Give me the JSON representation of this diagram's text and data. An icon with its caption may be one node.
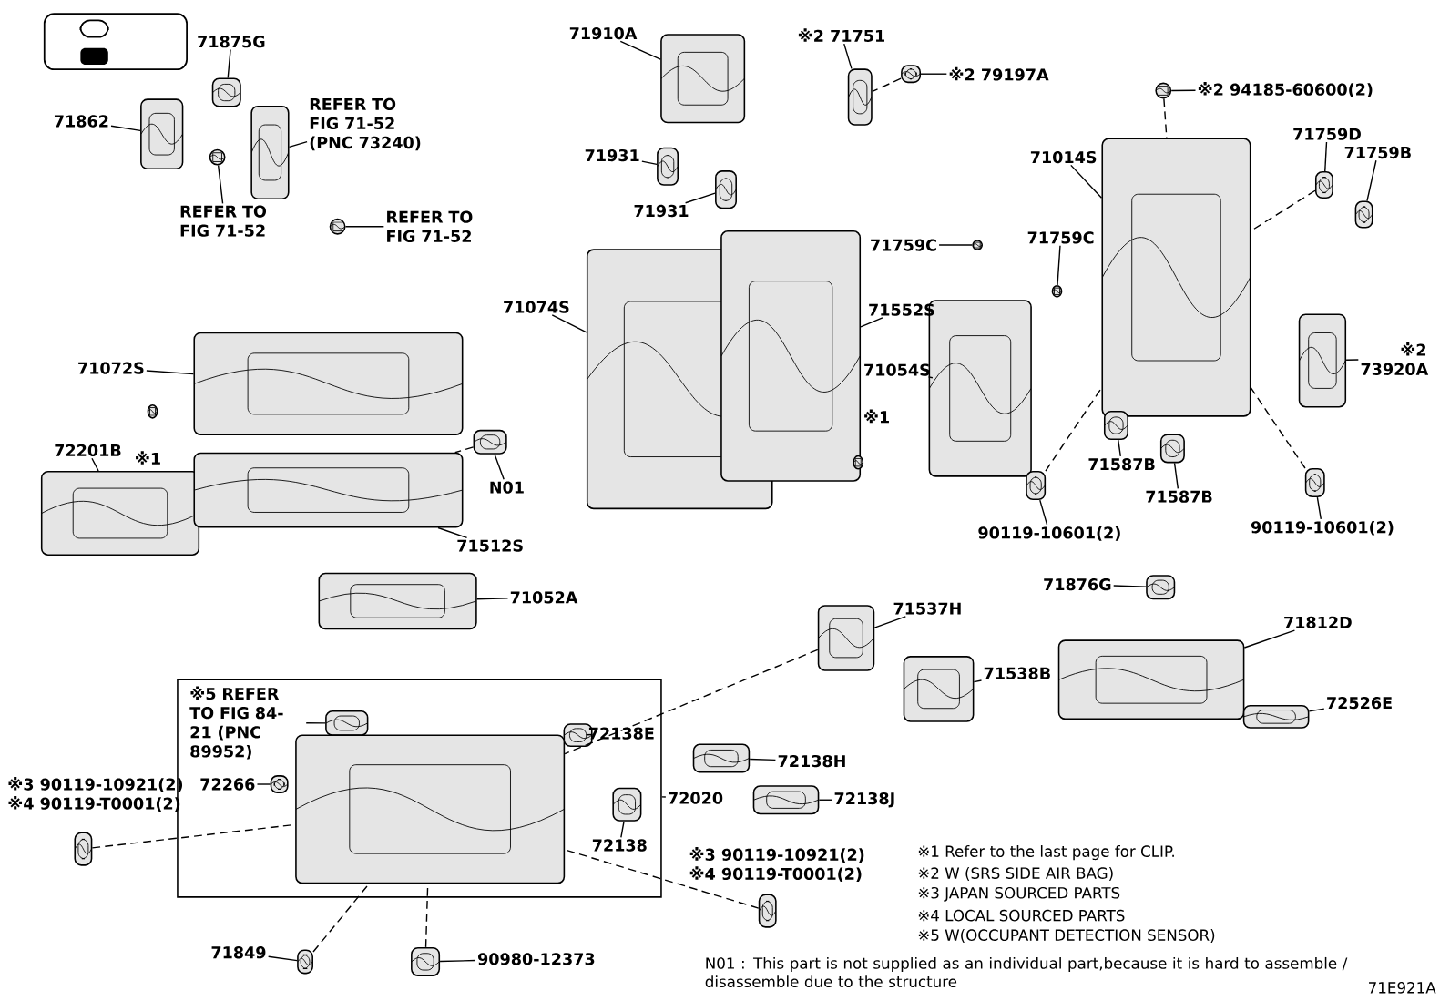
{
  "diagram": {
    "nodes": [
      {
        "text": [
          "71875G"
        ]
      },
      {
        "text": [],
        "shape": "picture"
      },
      {
        "text": [
          "71862"
        ]
      },
      {
        "text": [],
        "shape": "picture"
      },
      {
        "text": [
          "REFER TO FIG 71-52 (PNC 73240)"
        ]
      },
      {
        "text": [],
        "shape": "picture"
      },
      {
        "text": [
          "REFER TO FIG 71-52"
        ]
      },
      {
        "text": [],
        "shape": "picture"
      },
      {
        "text": [
          "REFER TO FIG 71-52"
        ]
      },
      {
        "text": [],
        "shape": "picture"
      },
      {
        "text": [
          "71910A"
        ]
      },
      {
        "text": [],
        "shape": "picture"
      },
      {
        "text": [
          "71931"
        ]
      },
      {
        "text": [],
        "shape": "picture"
      },
      {
        "text": [
          "71931"
        ]
      },
      {
        "text": [],
        "shape": "picture"
      },
      {
        "text": [
          "※2 71751"
        ]
      },
      {
        "text": [],
        "shape": "picture"
      },
      {
        "text": [
          "※2 79197A"
        ]
      },
      {
        "text": [],
        "shape": "picture"
      },
      {
        "text": [
          "※2 94185-60600(2)"
        ]
      },
      {
        "text": [],
        "shape": "picture"
      },
      {
        "text": [
          "71014S"
        ]
      },
      {
        "text": [],
        "shape": "picture"
      },
      {
        "text": [
          "71759D"
        ]
      },
      {
        "text": [],
        "shape": "picture"
      },
      {
        "text": [
          "71759B"
        ]
      },
      {
        "text": [],
        "shape": "picture"
      },
      {
        "text": [
          "71759C"
        ]
      },
      {
        "text": [],
        "shape": "picture"
      },
      {
        "text": [
          "71759C"
        ]
      },
      {
        "text": [],
        "shape": "picture"
      },
      {
        "text": [
          "71074S"
        ]
      },
      {
        "text": [],
        "shape": "picture"
      },
      {
        "text": [
          "71552S"
        ]
      },
      {
        "text": [],
        "shape": "picture"
      },
      {
        "text": [
          "71072S"
        ]
      },
      {
        "text": [],
        "shape": "picture"
      },
      {
        "text": [
          "71054S"
        ]
      },
      {
        "text": [],
        "shape": "picture"
      },
      {
        "text": [
          "※2 73920A"
        ]
      },
      {
        "text": [],
        "shape": "picture"
      },
      {
        "text": [
          "72201B"
        ]
      },
      {
        "text": [],
        "shape": "picture"
      },
      {
        "text": [
          "N01"
        ]
      },
      {
        "text": [],
        "shape": "picture"
      },
      {
        "text": [
          "71512S"
        ]
      },
      {
        "text": [],
        "shape": "picture"
      },
      {
        "text": [
          "71587B"
        ]
      },
      {
        "text": [],
        "shape": "picture"
      },
      {
        "text": [
          "71587B"
        ]
      },
      {
        "text": [],
        "shape": "picture"
      },
      {
        "text": [
          "90119-10601(2)"
        ]
      },
      {
        "text": [],
        "shape": "picture"
      },
      {
        "text": [
          "90119-10601(2)"
        ]
      },
      {
        "text": [],
        "shape": "picture"
      },
      {
        "text": [
          "71052A"
        ]
      },
      {
        "text": [],
        "shape": "picture"
      },
      {
        "text": [
          "71537H"
        ]
      },
      {
        "text": [],
        "shape": "picture"
      },
      {
        "text": [
          "71538B"
        ]
      },
      {
        "text": [],
        "shape": "picture"
      },
      {
        "text": [
          "71876G"
        ]
      },
      {
        "text": [],
        "shape": "picture"
      },
      {
        "text": [
          "71812D"
        ]
      },
      {
        "text": [],
        "shape": "picture"
      },
      {
        "text": [
          "72526E"
        ]
      },
      {
        "text": [],
        "shape": "picture"
      },
      {
        "text": [],
        "shape": "box"
      },
      {
        "text": [
          "※5 REFER TO FIG 84-21 (PNC 89952)"
        ],
        "in": 68
      },
      {
        "text": [],
        "shape": "picture",
        "in": 68
      },
      {
        "text": [
          "72138E"
        ],
        "in": 68
      },
      {
        "text": [],
        "shape": "picture",
        "in": 68
      },
      {
        "text": [
          "72266"
        ],
        "in": 68
      },
      {
        "text": [],
        "shape": "picture",
        "in": 68
      },
      {
        "text": [],
        "shape": "picture",
        "in": 68
      },
      {
        "text": [
          "72020"
        ]
      },
      {
        "text": [
          "72138"
        ],
        "in": 68
      },
      {
        "text": [],
        "shape": "picture",
        "in": 68
      },
      {
        "text": [
          "72138H"
        ]
      },
      {
        "text": [],
        "shape": "picture"
      },
      {
        "text": [
          "72138J"
        ]
      },
      {
        "text": [],
        "shape": "picture"
      },
      {
        "text": [
          "※3 90119-10921(2)",
          "※4 90119-T0001(2)"
        ]
      },
      {
        "text": [],
        "shape": "picture"
      },
      {
        "text": [
          "※3 90119-10921(2)",
          "※4 90119-T0001(2)"
        ]
      },
      {
        "text": [],
        "shape": "picture"
      },
      {
        "text": [
          "71849"
        ]
      },
      {
        "text": [],
        "shape": "picture"
      },
      {
        "text": [
          "90980-12373"
        ]
      },
      {
        "text": [],
        "shape": "picture"
      },
      {
        "text": [],
        "shape": "picture"
      },
      {
        "text": [],
        "shape": "picture"
      }
    ],
    "edges": [
      {
        "from": 0,
        "to": 1,
        "arrow": "none"
      },
      {
        "from": 2,
        "to": 3,
        "arrow": "none"
      },
      {
        "from": 4,
        "to": 5,
        "arrow": "none"
      },
      {
        "from": 6,
        "to": 7,
        "arrow": "none"
      },
      {
        "from": 8,
        "to": 9,
        "arrow": "none"
      },
      {
        "from": 10,
        "to": 11,
        "arrow": "none"
      },
      {
        "from": 12,
        "to": 13,
        "arrow": "none"
      },
      {
        "from": 14,
        "to": 15,
        "arrow": "none"
      },
      {
        "from": 16,
        "to": 17,
        "arrow": "none"
      },
      {
        "from": 18,
        "to": 19,
        "arrow": "none"
      },
      {
        "from": 20,
        "to": 21,
        "arrow": "none"
      },
      {
        "from": 22,
        "to": 23,
        "arrow": "none"
      },
      {
        "from": 24,
        "to": 25,
        "arrow": "none"
      },
      {
        "from": 26,
        "to": 27,
        "arrow": "none"
      },
      {
        "from": 28,
        "to": 29,
        "arrow": "none"
      },
      {
        "from": 30,
        "to": 31,
        "arrow": "none"
      },
      {
        "from": 32,
        "to": 33,
        "arrow": "none"
      },
      {
        "from": 34,
        "to": 35,
        "arrow": "none"
      },
      {
        "from": 36,
        "to": 37,
        "arrow": "none"
      },
      {
        "from": 38,
        "to": 39,
        "arrow": "none"
      },
      {
        "from": 40,
        "to": 41,
        "arrow": "none"
      },
      {
        "from": 42,
        "to": 43,
        "arrow": "none"
      },
      {
        "from": 44,
        "to": 45,
        "arrow": "none"
      },
      {
        "from": 46,
        "to": 47,
        "arrow": "none"
      },
      {
        "from": 48,
        "to": 49,
        "arrow": "none"
      },
      {
        "from": 50,
        "to": 51,
        "arrow": "none"
      },
      {
        "from": 52,
        "to": 53,
        "arrow": "none"
      },
      {
        "from": 54,
        "to": 55,
        "arrow": "none"
      },
      {
        "from": 56,
        "to": 57,
        "arrow": "none"
      },
      {
        "from": 58,
        "to": 59,
        "arrow": "none"
      },
      {
        "from": 60,
        "to": 61,
        "arrow": "none"
      },
      {
        "from": 62,
        "to": 63,
        "arrow": "none"
      },
      {
        "from": 64,
        "to": 65,
        "arrow": "none"
      },
      {
        "from": 66,
        "to": 67,
        "arrow": "none"
      },
      {
        "from": 69,
        "to": 70,
        "arrow": "none"
      },
      {
        "from": 71,
        "to": 72,
        "arrow": "none"
      },
      {
        "from": 73,
        "to": 74,
        "arrow": "none"
      },
      {
        "from": 76,
        "to": 68,
        "arrow": "none"
      },
      {
        "from": 77,
        "to": 78,
        "arrow": "none"
      },
      {
        "from": 79,
        "to": 80,
        "arrow": "none"
      },
      {
        "from": 81,
        "to": 82,
        "arrow": "none"
      },
      {
        "from": 87,
        "to": 88,
        "arrow": "none"
      },
      {
        "from": 89,
        "to": 90,
        "arrow": "none"
      },
      {
        "from": 19,
        "to": 17,
        "arrow": "none",
        "style": "dashed"
      },
      {
        "from": 21,
        "to": 23,
        "arrow": "none",
        "style": "dashed"
      },
      {
        "from": 25,
        "to": 23,
        "arrow": "none",
        "style": "dashed"
      },
      {
        "from": 53,
        "to": 23,
        "arrow": "none",
        "style": "dashed"
      },
      {
        "from": 55,
        "to": 23,
        "arrow": "none",
        "style": "dashed"
      },
      {
        "from": 84,
        "to": 75,
        "arrow": "none",
        "style": "dashed"
      },
      {
        "from": 86,
        "to": 75,
        "arrow": "none",
        "style": "dashed"
      },
      {
        "from": 88,
        "to": 75,
        "arrow": "none",
        "style": "dashed"
      },
      {
        "from": 90,
        "to": 75,
        "arrow": "none",
        "style": "dashed"
      },
      {
        "from": 59,
        "to": 75,
        "arrow": "none",
        "style": "dashed"
      },
      {
        "from": 45,
        "to": 47,
        "arrow": "none",
        "style": "dashed"
      }
    ],
    "labels": [
      "※1",
      "※1",
      "※1 Refer to the last page for CLIP.",
      "※2 W (SRS SIDE AIR BAG)",
      "※3 JAPAN SOURCED PARTS",
      "※4 LOCAL SOURCED PARTS",
      "※5 W(OCCUPANT DETECTION SENSOR)",
      "N01 : This part is not supplied as an individual part,because it is hard to assemble / disassemble due to the structure",
      "71E921A"
    ]
  }
}
